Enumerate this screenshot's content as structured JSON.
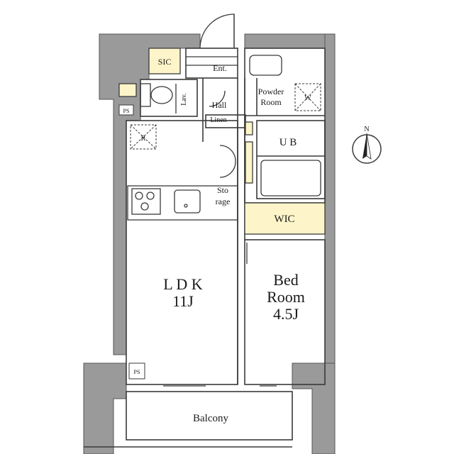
{
  "floor_plan": {
    "rooms": {
      "ldk": {
        "name": "L D K",
        "size": "11J"
      },
      "bedroom": {
        "name_line1": "Bed",
        "name_line2": "Room",
        "size": "4.5J"
      },
      "wic": "WIC",
      "ub": "U B",
      "powder_room_line1": "Powder",
      "powder_room_line2": "Room",
      "hall": "Hall",
      "linen": "Linen",
      "entrance": "Ent.",
      "shoe_closet": "SIC",
      "lavatory": "Lav.",
      "storage_line1": "Sto",
      "storage_line2": "rage",
      "balcony": "Balcony",
      "refrigerator": "R",
      "washer": "W",
      "ps_upper": "PS",
      "ps_lower": "PS"
    },
    "compass": {
      "label": "N"
    },
    "colors": {
      "wall": "#8e8e8e",
      "outer_wall": "#9a9a9a",
      "line": "#3a3a3a",
      "highlight": "#fdf5c9"
    }
  }
}
